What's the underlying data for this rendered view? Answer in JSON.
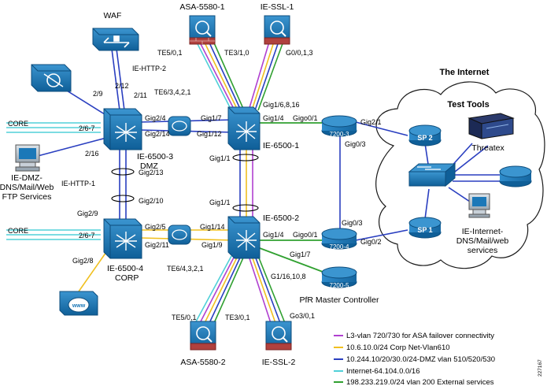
{
  "colors": {
    "purple": "#b040d0",
    "yellow": "#f0c020",
    "blue": "#2a3fc0",
    "teal": "#50d0d8",
    "green": "#30a030",
    "device_fill": "#1b78b8",
    "device_dark": "#0f5a8f",
    "cloud_stroke": "#1a1a1a"
  },
  "devices": {
    "waf": "WAF",
    "asa_top": "ASA-5580-1",
    "ssl_top": "IE-SSL-1",
    "ie6500_3": "IE-6500-3",
    "dmz": "DMZ",
    "ie6500_1": "IE-6500-1",
    "r7200_3": "7200-3",
    "ie6500_2": "IE-6500-2",
    "r7200_4": "7200-4",
    "r7200_5": "7200-5",
    "ie6500_4": "IE-6500-4",
    "corp": "CORP",
    "asa_bottom": "ASA-5580-2",
    "ssl_bottom": "IE-SSL-2",
    "sp2": "SP 2",
    "sp1": "SP 1",
    "threatex": "Threatex",
    "pfr": "PfR Master Controller"
  },
  "servers": {
    "dmz_line1": "IE-DMZ-",
    "dmz_line2": "DNS/Mail/Web",
    "dmz_line3": "FTP Services",
    "inet_line1": "IE-Internet-",
    "inet_line2": "DNS/Mail/web",
    "inet_line3": "services"
  },
  "regions": {
    "internet": "The Internet",
    "test_tools": "Test Tools"
  },
  "labels": {
    "core_top": "CORE",
    "core_bottom": "CORE",
    "ie_http_2": "IE-HTTP-2",
    "ie_http_1": "IE-HTTP-1",
    "p2_9_top": "2/9",
    "p2_12": "2/12",
    "p2_11": "2/11",
    "p2_6_7_top": "2/6-7",
    "p2_16": "2/16",
    "gig2_4": "Gig2/4",
    "gig2_14": "Gig2/14",
    "gig1_7_top": "Gig1/7",
    "gig1_12": "Gig1/12",
    "gig2_13": "Gig2/13",
    "gig2_10": "Gig2/10",
    "gig1_1_a": "Gig1/1",
    "gig1_1_b": "Gig1/1",
    "te5_0_1_top": "TE5/0,1",
    "te3_1_0": "TE3/1,0",
    "g0_0_1_3": "G0/0,1,3",
    "te6_3421": "TE6/3,4,2,1",
    "gig1_6_8_16": "Gig1/6,8,16",
    "gig1_4_top": "Gig1/4",
    "gigo0_1_top": "Gigo0/1",
    "gig2_1": "Gig2/1",
    "gig0_3_top": "Gig0/3",
    "gig0_3_bottom": "Gig0/3",
    "gig2_9": "Gig2/9",
    "p2_6_7_bottom": "2/6-7",
    "gig2_5": "Gig2/5",
    "gig2_11": "Gig2/11",
    "gig1_14": "Gig1/14",
    "gig1_9": "Gig1/9",
    "gig1_4_bottom": "Gig1/4",
    "gigo0_1_bottom": "Gigo0/1",
    "gig0_2": "Gig0/2",
    "gig1_7_bottom": "Gig1/7",
    "g1_16_10_8": "G1/16,10,8",
    "gig2_8": "Gig2/8",
    "te6_4321": "TE6/4,3,2,1",
    "te5_0_1_bottom": "TE5/0,1",
    "te3_0_1": "TE3/0,1",
    "go3_0_1": "Go3/0,1",
    "fig_id": "227167"
  },
  "legend": [
    {
      "color": "#b040d0",
      "text": "L3-vlan 720/730 for ASA failover connectivity"
    },
    {
      "color": "#f0c020",
      "text": "10.6.10.0/24 Corp Net-Vlan610"
    },
    {
      "color": "#2a3fc0",
      "text": "10.244.10/20/30.0/24-DMZ  vlan 510/520/530"
    },
    {
      "color": "#50d0d8",
      "text": "Internet-64.104.0.0/16"
    },
    {
      "color": "#30a030",
      "text": "198.233.219.0/24 vlan 200 External services"
    }
  ]
}
